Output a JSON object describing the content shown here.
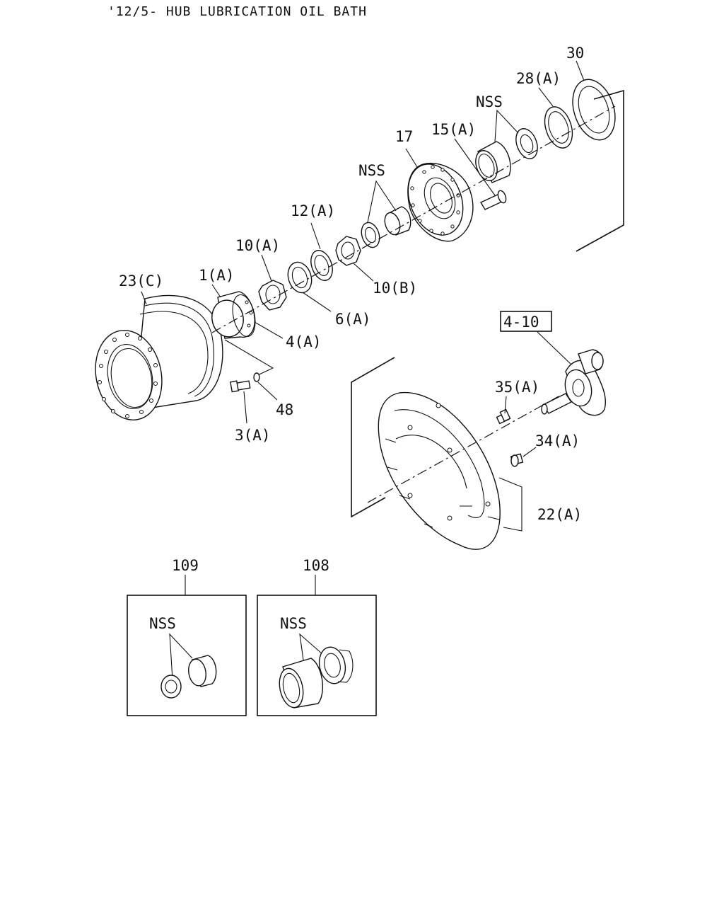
{
  "title": "'12/5- HUB LUBRICATION OIL BATH",
  "labels": {
    "p30": "30",
    "p28a": "28(A)",
    "nss_top": "NSS",
    "p15a": "15(A)",
    "p17": "17",
    "nss_mid": "NSS",
    "p12a": "12(A)",
    "p10a": "10(A)",
    "p10b": "10(B)",
    "p1a": "1(A)",
    "p23c": "23(C)",
    "p6a": "6(A)",
    "p4a": "4(A)",
    "p48": "48",
    "p3a": "3(A)",
    "ref410": "4-10",
    "p35a": "35(A)",
    "p34a": "34(A)",
    "p22a": "22(A)",
    "kit109": "109",
    "nss_109": "NSS",
    "kit108": "108",
    "nss_108": "NSS"
  }
}
